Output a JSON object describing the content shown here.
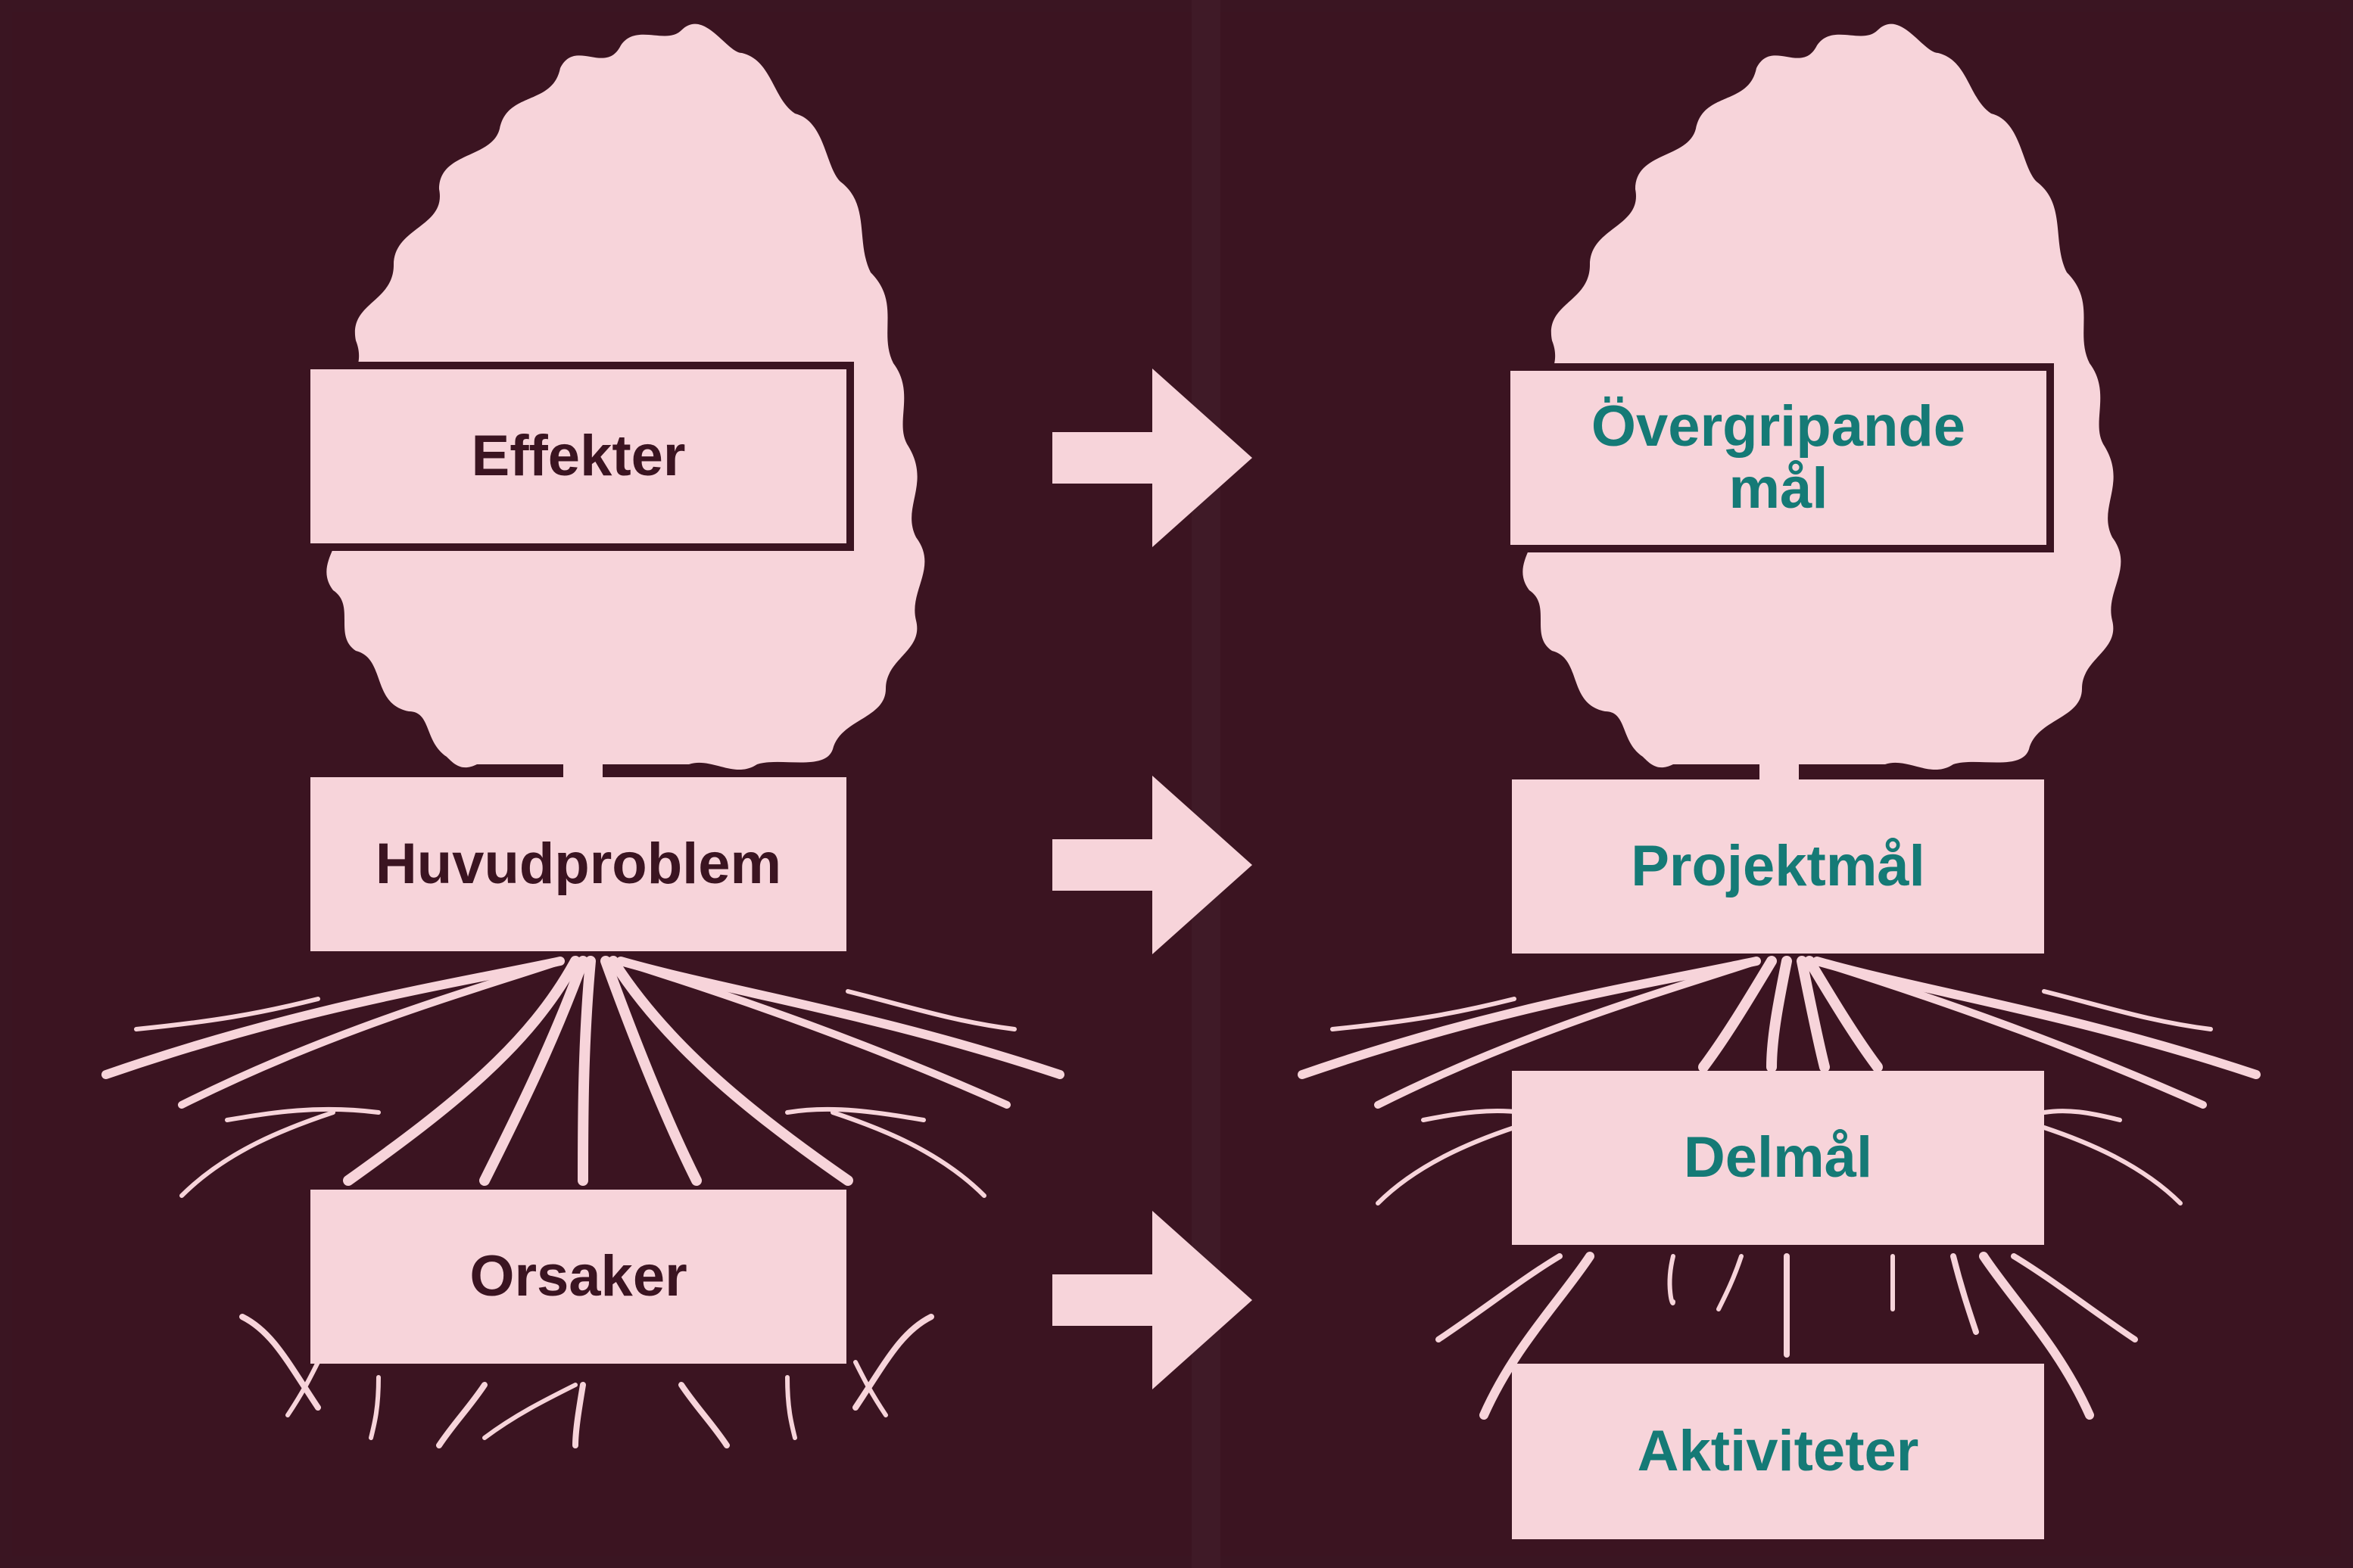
{
  "colors": {
    "background": "#3b1421",
    "tree": "#f7d4da",
    "problem_text": "#3b1421",
    "objective_text": "#157a76"
  },
  "problem_tree": {
    "effects": "Effekter",
    "core_problem": "Huvudproblem",
    "causes": "Orsaker"
  },
  "objective_tree": {
    "overall_goal": "Övergripande mål",
    "project_goal": "Projektmål",
    "sub_goal": "Delmål",
    "activities": "Aktiviteter"
  },
  "icons": {
    "tree": "tree-silhouette-icon",
    "arrow": "arrow-right-icon"
  }
}
